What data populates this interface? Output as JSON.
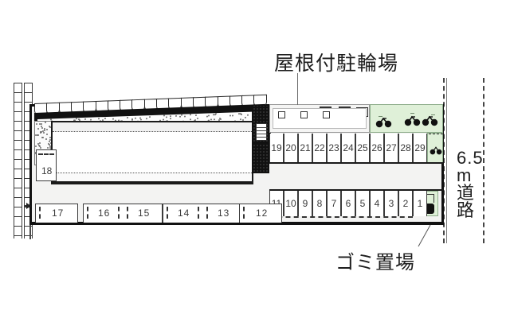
{
  "diagram": {
    "kind": "site-plan",
    "annotations": {
      "roofed_bicycle_parking": "屋根付駐輪場",
      "trash_area": "ゴミ置場",
      "road_width_value": "6.5",
      "road_unit": "m",
      "road_word_1": "道",
      "road_word_2": "路"
    },
    "colors": {
      "ink": "#1d1d1d",
      "line": "#3a3a3a",
      "heavy_line": "#111111",
      "green_area": "#dff0d8",
      "green_border": "#8fae8c",
      "site_fill": "#f3f3f2",
      "building_fill": "#ffffff"
    },
    "parking_rows": {
      "upper_row_label": "upper-parking-row",
      "upper": [
        "19",
        "20",
        "21",
        "22",
        "23",
        "24",
        "25",
        "26",
        "27",
        "28",
        "29"
      ],
      "lower_row_label": "lower-parking-row",
      "lower": [
        "11",
        "10",
        "9",
        "8",
        "7",
        "6",
        "5",
        "4",
        "3",
        "2",
        "1"
      ],
      "bottom_row_label": "bottom-parking-row",
      "bottom": [
        "17",
        "16",
        "15",
        "14",
        "13",
        "12"
      ],
      "side_stall": "18"
    },
    "icons": {
      "bicycle": "bicycle-icon",
      "bicycle_glyph": "Ὣ2",
      "trash_bin": "trash-bin-icon",
      "rack": "bike-rack-icon"
    }
  }
}
